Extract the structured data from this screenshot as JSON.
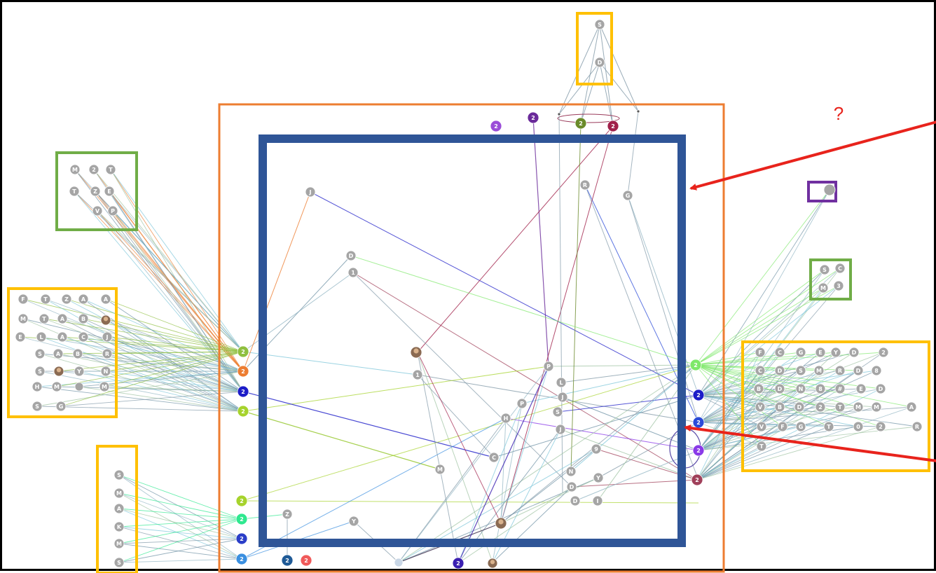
{
  "annotation": {
    "question_mark": "?",
    "arrow_color": "#e8231c"
  },
  "colors": {
    "outer_box": "#ed7d31",
    "inner_box": "#2f5597",
    "group_box_yellow": "#ffc000",
    "group_box_green": "#70ad47",
    "group_box_purple": "#7030a0",
    "node_gray": "#a5a5a5"
  },
  "group_boxes": [
    {
      "name": "top-s-d",
      "color": "yellow",
      "labels": [
        "S",
        "D"
      ]
    },
    {
      "name": "upper-left",
      "color": "green",
      "labels": [
        "M",
        "2",
        "T",
        "T",
        "Z",
        "E",
        "V",
        "P"
      ]
    },
    {
      "name": "left",
      "color": "yellow",
      "labels": [
        "F",
        "T",
        "Z",
        "A",
        "A",
        "M",
        "T",
        "A",
        "B",
        "•",
        "E",
        "L",
        "A",
        "C",
        "J",
        "S",
        "A",
        "B",
        "R",
        "S",
        "R",
        "Y",
        "N",
        "H",
        "M",
        "•",
        "M",
        "S",
        "G"
      ]
    },
    {
      "name": "lower-left",
      "color": "yellow",
      "labels": [
        "S",
        "M",
        "A",
        "K",
        "M",
        "S"
      ]
    },
    {
      "name": "upper-right-single",
      "color": "purple",
      "labels": [
        ""
      ]
    },
    {
      "name": "right-small",
      "color": "green",
      "labels": [
        "S",
        "C",
        "M",
        "3"
      ]
    },
    {
      "name": "right",
      "color": "yellow",
      "labels": [
        "F",
        "C",
        "G",
        "E",
        "Y",
        "D",
        "2",
        "C",
        "D",
        "S",
        "M",
        "R",
        "D",
        "8",
        "B",
        "D",
        "N",
        "8",
        "#",
        "E",
        "D",
        "V",
        "B",
        "D",
        "2",
        "T",
        "M",
        "M",
        "A",
        "V",
        "F",
        "G",
        "T",
        "0",
        "2",
        "R",
        "T"
      ]
    }
  ],
  "hubs": [
    {
      "name": "left-hub-1",
      "label": "2",
      "color": "#8fbf3f"
    },
    {
      "name": "left-hub-2",
      "label": "2",
      "color": "#ed7d31"
    },
    {
      "name": "left-hub-3",
      "label": "2",
      "color": "#1c1cc8"
    },
    {
      "name": "left-hub-4",
      "label": "2",
      "color": "#a6d32c"
    },
    {
      "name": "bottom-left-hub-1",
      "label": "2",
      "color": "#a6d32c"
    },
    {
      "name": "bottom-left-hub-2",
      "label": "2",
      "color": "#2ee88f"
    },
    {
      "name": "bottom-left-hub-3",
      "label": "2",
      "color": "#2a3ec8"
    },
    {
      "name": "bottom-left-hub-4",
      "label": "2",
      "color": "#3a8fe0"
    },
    {
      "name": "bottom-hub-1",
      "label": "2",
      "color": "#1f5a96"
    },
    {
      "name": "bottom-hub-2",
      "label": "2",
      "color": "#f05a5a"
    },
    {
      "name": "bottom-hub-3",
      "label": "2",
      "color": "#3a1fb0"
    },
    {
      "name": "top-hub-1",
      "label": "2",
      "color": "#9b4dd8"
    },
    {
      "name": "top-hub-2",
      "label": "2",
      "color": "#6a2a9a"
    },
    {
      "name": "top-hub-3",
      "label": "2",
      "color": "#6a8a2a"
    },
    {
      "name": "top-hub-4",
      "label": "2",
      "color": "#a0204a"
    },
    {
      "name": "right-hub-1",
      "label": "2",
      "color": "#7ee86a"
    },
    {
      "name": "right-hub-2",
      "label": "2",
      "color": "#1c1cc8"
    },
    {
      "name": "right-hub-3",
      "label": "2",
      "color": "#2a4ad8"
    },
    {
      "name": "right-hub-4",
      "label": "2",
      "color": "#8a3ae8"
    },
    {
      "name": "right-hub-5",
      "label": "2",
      "color": "#a0405a"
    }
  ],
  "inner_nodes": [
    "J",
    "D",
    "1",
    "1",
    "R",
    "G",
    "P",
    "L",
    "J",
    "S",
    "J",
    "P",
    "H",
    "C",
    "M",
    "9",
    "N",
    "Y",
    "D",
    "D",
    "I",
    "Y",
    "Z"
  ]
}
